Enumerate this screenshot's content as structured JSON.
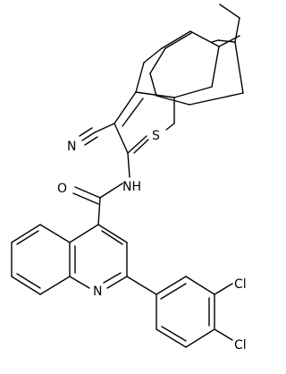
{
  "molecule": {
    "atoms": [
      {
        "id": "S",
        "label": "S"
      },
      {
        "id": "N1",
        "label": "N"
      },
      {
        "id": "O",
        "label": "O"
      },
      {
        "id": "NH",
        "label": "NH"
      },
      {
        "id": "Nq",
        "label": "N"
      },
      {
        "id": "Cl1",
        "label": "Cl"
      },
      {
        "id": "Cl2",
        "label": "Cl"
      }
    ]
  }
}
